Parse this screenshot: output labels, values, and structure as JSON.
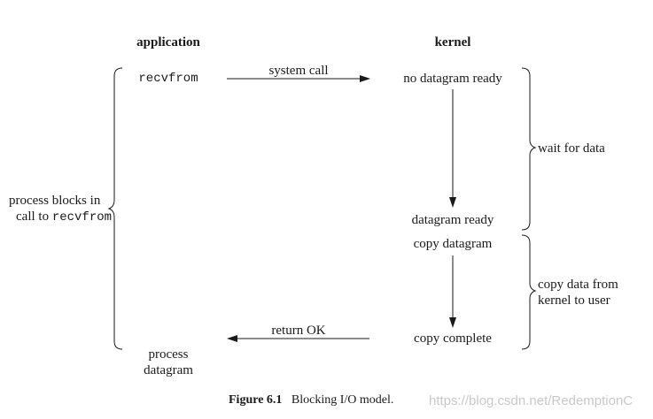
{
  "headers": {
    "application": "application",
    "kernel": "kernel"
  },
  "application": {
    "call": "recvfrom",
    "blocks_line1": "process blocks in",
    "blocks_line2_prefix": "call to",
    "blocks_line2_code": "recvfrom",
    "process_line1": "process",
    "process_line2": "datagram"
  },
  "arrows": {
    "system_call": "system call",
    "return_ok": "return OK"
  },
  "kernel": {
    "no_datagram_ready": "no datagram ready",
    "datagram_ready": "datagram ready",
    "copy_datagram": "copy datagram",
    "copy_complete": "copy complete"
  },
  "phases": {
    "wait": "wait for data",
    "copy_line1": "copy data from",
    "copy_line2": "kernel to user"
  },
  "caption": {
    "label": "Figure 6.1",
    "text": "Blocking I/O model."
  },
  "watermark": "https://blog.csdn.net/RedemptionC"
}
